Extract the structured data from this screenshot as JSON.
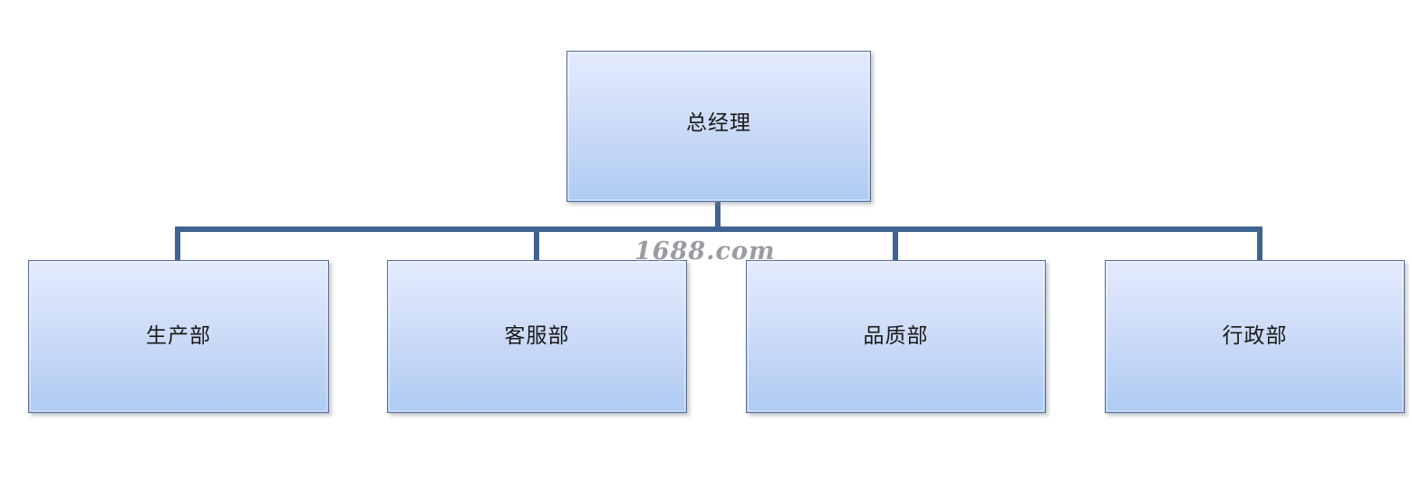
{
  "chart_data": {
    "type": "diagram",
    "diagram_type": "organizational-chart",
    "title": "",
    "orientation": "top-down",
    "levels": 2,
    "nodes": [
      {
        "id": "root",
        "label": "总经理",
        "level": 0,
        "parent": null
      },
      {
        "id": "child-0",
        "label": "生产部",
        "level": 1,
        "parent": "root"
      },
      {
        "id": "child-1",
        "label": "客服部",
        "level": 1,
        "parent": "root"
      },
      {
        "id": "child-2",
        "label": "品质部",
        "level": 1,
        "parent": "root"
      },
      {
        "id": "child-3",
        "label": "行政部",
        "level": 1,
        "parent": "root"
      }
    ],
    "edges": [
      {
        "from": "root",
        "to": "child-0"
      },
      {
        "from": "root",
        "to": "child-1"
      },
      {
        "from": "root",
        "to": "child-2"
      },
      {
        "from": "root",
        "to": "child-3"
      }
    ],
    "colors": {
      "node_fill_top": "#e2eafc",
      "node_fill_bottom": "#aecbf2",
      "node_border": "#5a6f93",
      "connector": "#3f648f",
      "label_text": "#1a1a1a",
      "background": "#ffffff",
      "watermark_text": "#8d8f96"
    }
  },
  "root": {
    "label": "总经理"
  },
  "children": [
    {
      "label": "生产部"
    },
    {
      "label": "客服部"
    },
    {
      "label": "品质部"
    },
    {
      "label": "行政部"
    }
  ],
  "watermark": {
    "text": "1688.com"
  }
}
